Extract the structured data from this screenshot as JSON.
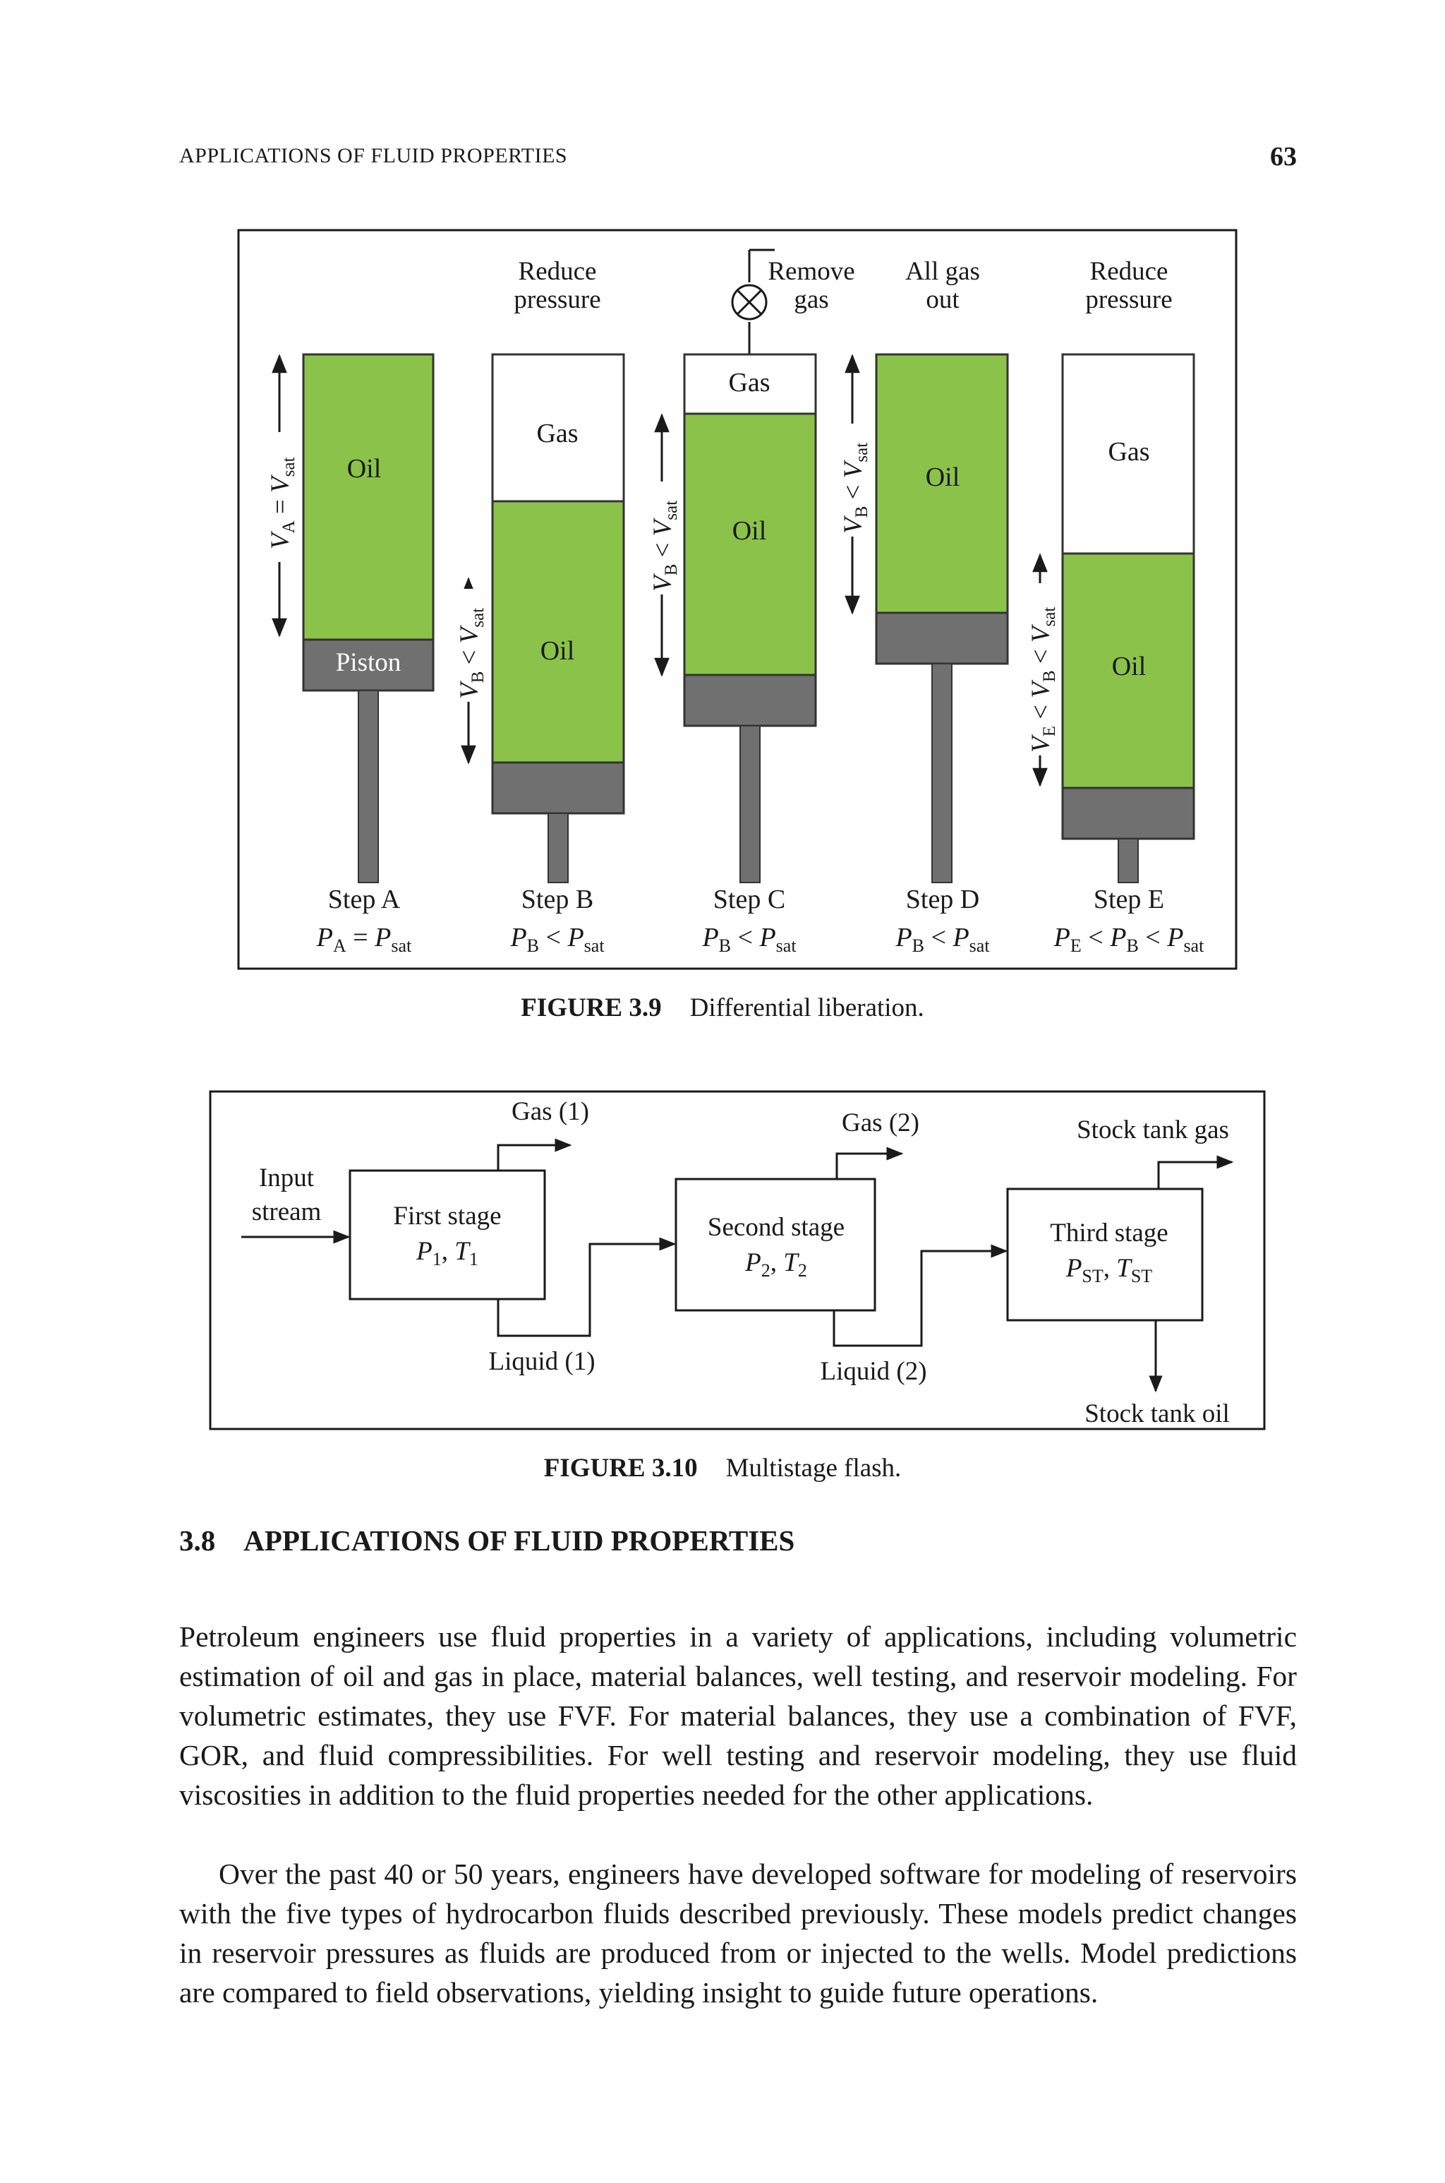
{
  "header": {
    "running_title": "APPLICATIONS OF FLUID PROPERTIES",
    "page_number": "63"
  },
  "figure_3_9": {
    "caption_label": "FIGURE 3.9",
    "caption_text": "Differential liberation.",
    "top_labels": [
      "Reduce",
      "pressure",
      "Remove",
      "gas",
      "All gas",
      "out",
      "Reduce",
      "pressure"
    ],
    "contents": {
      "gas": "Gas",
      "oil": "Oil",
      "piston": "Piston"
    },
    "steps": [
      {
        "name": "Step A",
        "pressure_label": "P_A = P_sat",
        "volume_label": "V_A = V_sat"
      },
      {
        "name": "Step B",
        "pressure_label": "P_B < P_sat",
        "volume_label": "V_B < V_sat"
      },
      {
        "name": "Step C",
        "pressure_label": "P_B < P_sat",
        "volume_label": "V_B < V_sat"
      },
      {
        "name": "Step D",
        "pressure_label": "P_B < P_sat",
        "volume_label": "V_B < V_sat"
      },
      {
        "name": "Step E",
        "pressure_label": "P_E < P_B < P_sat",
        "volume_label": "V_E < V_B < V_sat"
      }
    ],
    "colors": {
      "oil": "#8bc34a",
      "piston": "#707070",
      "gas": "#ffffff"
    }
  },
  "figure_3_10": {
    "caption_label": "FIGURE 3.10",
    "caption_text": "Multistage flash.",
    "input": [
      "Input",
      "stream"
    ],
    "stages": [
      {
        "name": "First stage",
        "conditions": "P1, T1"
      },
      {
        "name": "Second stage",
        "conditions": "P2, T2"
      },
      {
        "name": "Third stage",
        "conditions": "PST, TST"
      }
    ],
    "gas_outputs": [
      "Gas (1)",
      "Gas (2)",
      "Stock tank gas"
    ],
    "liquid_outputs": [
      "Liquid (1)",
      "Liquid (2)",
      "Stock tank oil"
    ]
  },
  "section": {
    "number": "3.8",
    "title": "APPLICATIONS OF FLUID PROPERTIES",
    "paragraphs": [
      "Petroleum engineers use fluid properties in a variety of applications, including volumetric estimation of oil and gas in place, material balances, well testing, and reservoir modeling. For volumetric estimates, they use FVF. For material balances, they use a combination of FVF, GOR, and fluid compressibilities. For well testing and reservoir modeling, they use fluid viscosities in addition to the fluid properties needed for the other applications.",
      "Over the past 40 or 50 years, engineers have developed software for modeling of reservoirs with the five types of hydrocarbon fluids described previously. These models predict changes in reservoir pressures as fluids are produced from or injected to the wells. Model predictions are compared to field observations, yielding insight to guide future operations."
    ]
  }
}
